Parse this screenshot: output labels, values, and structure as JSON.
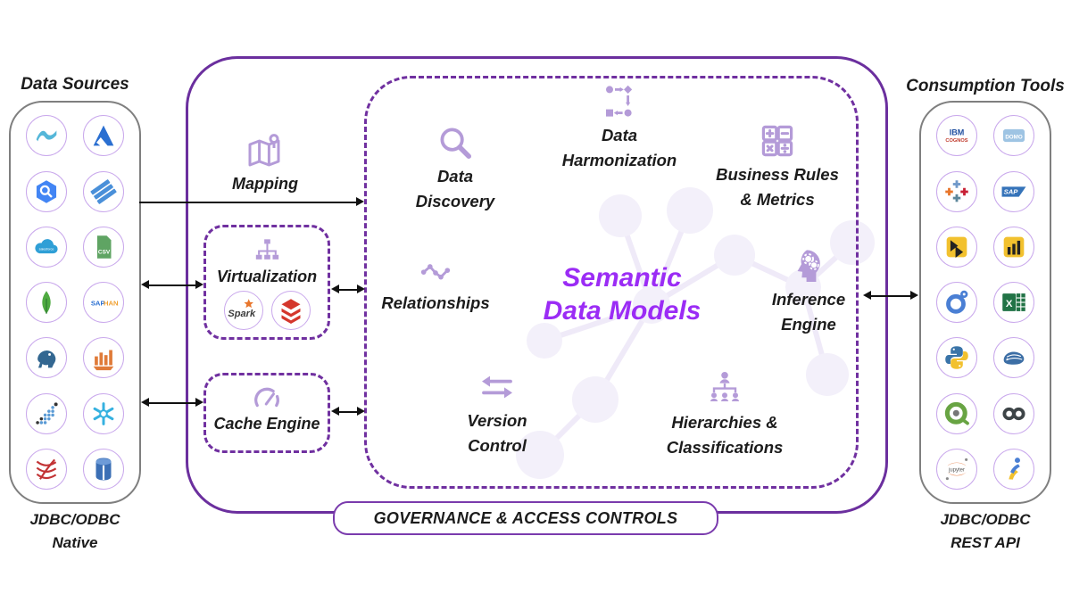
{
  "left_panel": {
    "title": "Data Sources",
    "footer_line1": "JDBC/ODBC",
    "footer_line2": "Native",
    "icons": [
      {
        "name": "azure-data-lake-icon",
        "shape": "wave",
        "c": "#55b7d9"
      },
      {
        "name": "azure-icon",
        "shape": "triangle",
        "c": "#2a6fd1"
      },
      {
        "name": "bigquery-icon",
        "shape": "hexmag",
        "c": "#4285f4"
      },
      {
        "name": "parquet-icon",
        "shape": "planks",
        "c": "#4a90d9"
      },
      {
        "name": "salesforce-icon",
        "shape": "cloud",
        "c": "#2f9fd6",
        "t": "salesforce"
      },
      {
        "name": "csv-file-icon",
        "shape": "file",
        "c": "#5fa463",
        "t": "CSV"
      },
      {
        "name": "mongodb-icon",
        "shape": "leaf",
        "c": "#4faa41"
      },
      {
        "name": "sap-hana-icon",
        "shape": "saphana",
        "t": "SAP",
        "t2": "HANA",
        "c": "#2a6fd1",
        "c2": "#f0a030"
      },
      {
        "name": "postgresql-icon",
        "shape": "elephant",
        "c": "#336791"
      },
      {
        "name": "data-warehouse-icon",
        "shape": "bars",
        "c": "#e07b39"
      },
      {
        "name": "apache-pinot-icon",
        "shape": "dotsarrow",
        "c": "#5b9bd5"
      },
      {
        "name": "snowflake-icon",
        "shape": "snowflake",
        "c": "#35b1e0"
      },
      {
        "name": "sql-server-icon",
        "shape": "sqlserver",
        "c": "#c23335"
      },
      {
        "name": "redshift-icon",
        "shape": "cylinder",
        "c": "#3b6fb5"
      }
    ]
  },
  "right_panel": {
    "title": "Consumption Tools",
    "footer_line1": "JDBC/ODBC",
    "footer_line2": "REST API",
    "icons": [
      {
        "name": "ibm-cognos-icon",
        "shape": "ibmcognos",
        "t": "IBM",
        "t2": "COGNOS",
        "c": "#1f4fa0",
        "c2": "#c0392b"
      },
      {
        "name": "domo-icon",
        "shape": "domo",
        "t": "DOMO",
        "c": "#9ec4e3"
      },
      {
        "name": "tableau-icon",
        "shape": "tableau",
        "c": "#e8762c"
      },
      {
        "name": "sap-icon",
        "shape": "sap",
        "t": "SAP",
        "c": "#3573b9"
      },
      {
        "name": "yellowfin-icon",
        "shape": "yellowtri",
        "c": "#f2c12e"
      },
      {
        "name": "powerbi-icon",
        "shape": "powerbi",
        "c": "#f2c12e"
      },
      {
        "name": "looker-icon",
        "shape": "looker",
        "c": "#4a7fd4"
      },
      {
        "name": "excel-icon",
        "shape": "excel",
        "c": "#217346",
        "t": "X"
      },
      {
        "name": "python-icon",
        "shape": "python",
        "c": "#3a74a8",
        "c2": "#f2c12e"
      },
      {
        "name": "dataiku-icon",
        "shape": "mascot",
        "c": "#3c6ea5"
      },
      {
        "name": "qlik-icon",
        "shape": "qlik",
        "c": "#68a443"
      },
      {
        "name": "infinity-tool-icon",
        "shape": "infinity",
        "c": "#3d4447"
      },
      {
        "name": "jupyter-icon",
        "shape": "jupyter",
        "c": "#e46e2e",
        "t": "jupyter"
      },
      {
        "name": "notebook-tool-icon",
        "shape": "figure",
        "c": "#4a7fd4",
        "c2": "#f2c12e"
      }
    ]
  },
  "flow": {
    "mapping_label": "Mapping",
    "virtualization_label": "Virtualization",
    "virtualization_logos": [
      {
        "name": "spark-icon",
        "shape": "spark",
        "t": "Spark",
        "c": "#e8762c"
      },
      {
        "name": "databricks-icon",
        "shape": "databricks",
        "c": "#d4372c"
      }
    ],
    "cache_label": "Cache Engine",
    "governance_label": "GOVERNANCE & ACCESS CONTROLS"
  },
  "core": {
    "title_line1": "Semantic",
    "title_line2": "Data Models",
    "features": {
      "discovery": {
        "line1": "Data",
        "line2": "Discovery"
      },
      "harmonization": {
        "line1": "Data",
        "line2": "Harmonization"
      },
      "business_rules": {
        "line1": "Business Rules",
        "line2": "& Metrics"
      },
      "relationships": {
        "line1": "Relationships",
        "line2": ""
      },
      "inference": {
        "line1": "Inference",
        "line2": "Engine"
      },
      "version": {
        "line1": "Version",
        "line2": "Control"
      },
      "hierarchies": {
        "line1": "Hierarchies &",
        "line2": "Classifications"
      }
    }
  },
  "colors": {
    "outer_border_purple": "#6b2f9e",
    "dashed_purple": "#7030a0",
    "bright_purple": "#9b2cf5",
    "icon_lavender": "#b49bd8",
    "panel_gray": "#7f7f7f",
    "circle_ring": "#c9a8ec"
  }
}
